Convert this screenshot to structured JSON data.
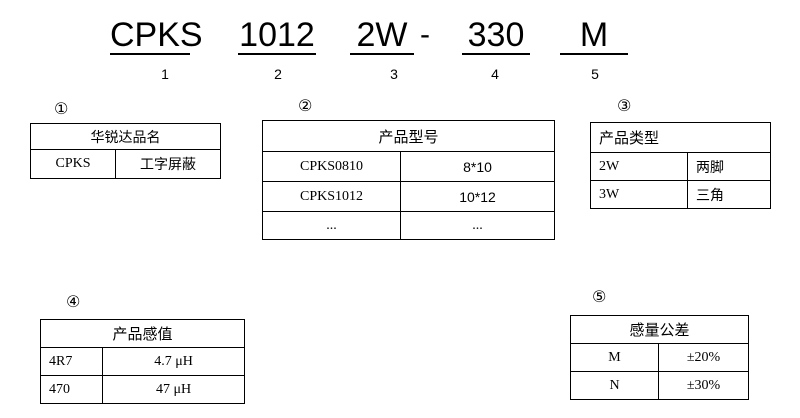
{
  "code_parts": [
    {
      "text": "CPKS",
      "index": "1"
    },
    {
      "text": "1012",
      "index": "2"
    },
    {
      "text": "2W",
      "index": "3"
    },
    {
      "text": "330",
      "index": "4"
    },
    {
      "text": "M",
      "index": "5"
    }
  ],
  "separator": "-",
  "tables": {
    "t1": {
      "marker": "①",
      "header": "华锐达品名",
      "rows": [
        [
          "CPKS",
          "工字屏蔽"
        ]
      ]
    },
    "t2": {
      "marker": "②",
      "header": "产品型号",
      "rows": [
        [
          "CPKS0810",
          "8*10"
        ],
        [
          "CPKS1012",
          "10*12"
        ],
        [
          "...",
          "..."
        ]
      ]
    },
    "t3": {
      "marker": "③",
      "header": "产品类型",
      "rows": [
        [
          "2W",
          "两脚"
        ],
        [
          "3W",
          "三角"
        ]
      ]
    },
    "t4": {
      "marker": "④",
      "header": "产品感值",
      "rows": [
        [
          "4R7",
          "4.7 μH"
        ],
        [
          "470",
          "47 μH"
        ]
      ]
    },
    "t5": {
      "marker": "⑤",
      "header": "感量公差",
      "rows": [
        [
          "M",
          "±20%"
        ],
        [
          "N",
          "±30%"
        ]
      ]
    }
  }
}
